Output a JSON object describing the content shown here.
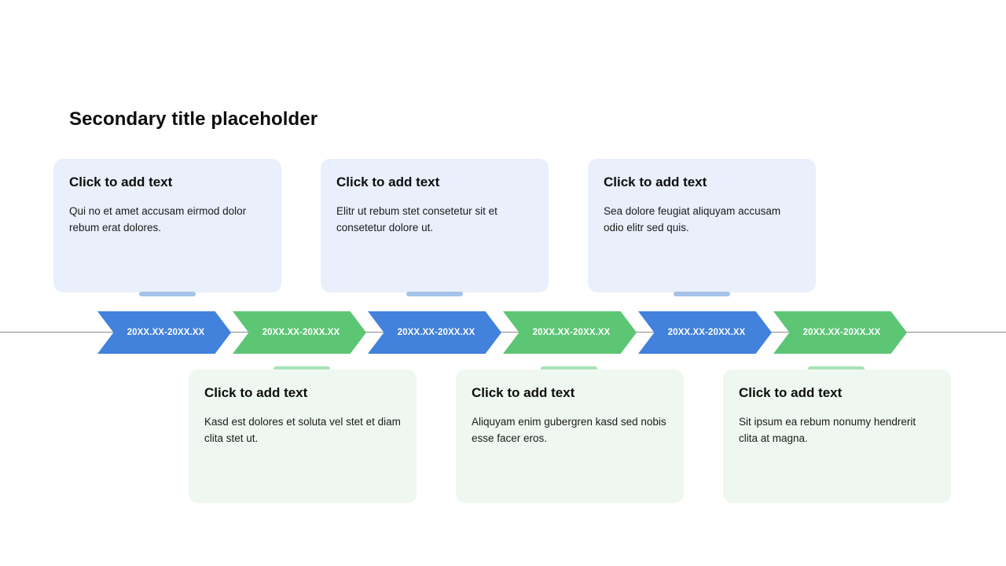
{
  "slide": {
    "title": "Secondary title placeholder",
    "background": "#ffffff"
  },
  "colors": {
    "chevron_blue": "#4281dc",
    "chevron_green": "#5dc675",
    "card_blue_bg": "#e9effb",
    "card_green_bg": "#eff8f0",
    "stem_blue": "#a5c2ea",
    "stem_green": "#a8e3b7",
    "baseline": "#8a8a8a",
    "text": "#0d0d0d"
  },
  "timeline": {
    "baseline_visible": true,
    "chevrons": [
      {
        "label": "20XX.XX-20XX.XX",
        "color": "blue"
      },
      {
        "label": "20XX.XX-20XX.XX",
        "color": "green"
      },
      {
        "label": "20XX.XX-20XX.XX",
        "color": "blue"
      },
      {
        "label": "20XX.XX-20XX.XX",
        "color": "green"
      },
      {
        "label": "20XX.XX-20XX.XX",
        "color": "blue"
      },
      {
        "label": "20XX.XX-20XX.XX",
        "color": "green"
      }
    ]
  },
  "top_cards": [
    {
      "title": "Click to add text",
      "body": "Qui no et amet accusam eirmod dolor rebum erat dolores."
    },
    {
      "title": "Click to add text",
      "body": "Elitr ut rebum stet consetetur sit et consetetur dolore ut."
    },
    {
      "title": "Click to add text",
      "body": "Sea dolore feugiat aliquyam accusam odio elitr sed quis."
    }
  ],
  "bottom_cards": [
    {
      "title": "Click to add text",
      "body": "Kasd est dolores et soluta vel stet et diam clita stet ut."
    },
    {
      "title": "Click to add text",
      "body": "Aliquyam enim gubergren kasd sed nobis esse facer eros."
    },
    {
      "title": "Click to add text",
      "body": "Sit ipsum ea rebum nonumy hendrerit clita at magna."
    }
  ]
}
